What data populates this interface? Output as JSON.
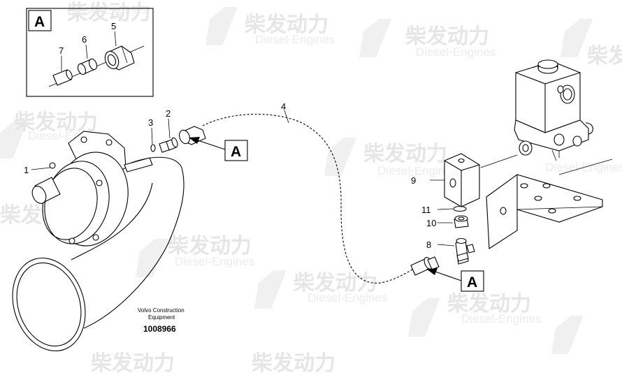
{
  "watermark": {
    "brand_cn": "柴发动力",
    "brand_en": "Diesel-Engines"
  },
  "detail_view": {
    "label": "A",
    "callouts": [
      "5",
      "6",
      "7"
    ]
  },
  "callouts": [
    "1",
    "2",
    "3",
    "4",
    "8",
    "9",
    "10",
    "11"
  ],
  "view_markers": [
    "A",
    "A"
  ],
  "caption": {
    "line1": "Volvo Construction",
    "line2": "Equipment",
    "number": "1008966"
  }
}
